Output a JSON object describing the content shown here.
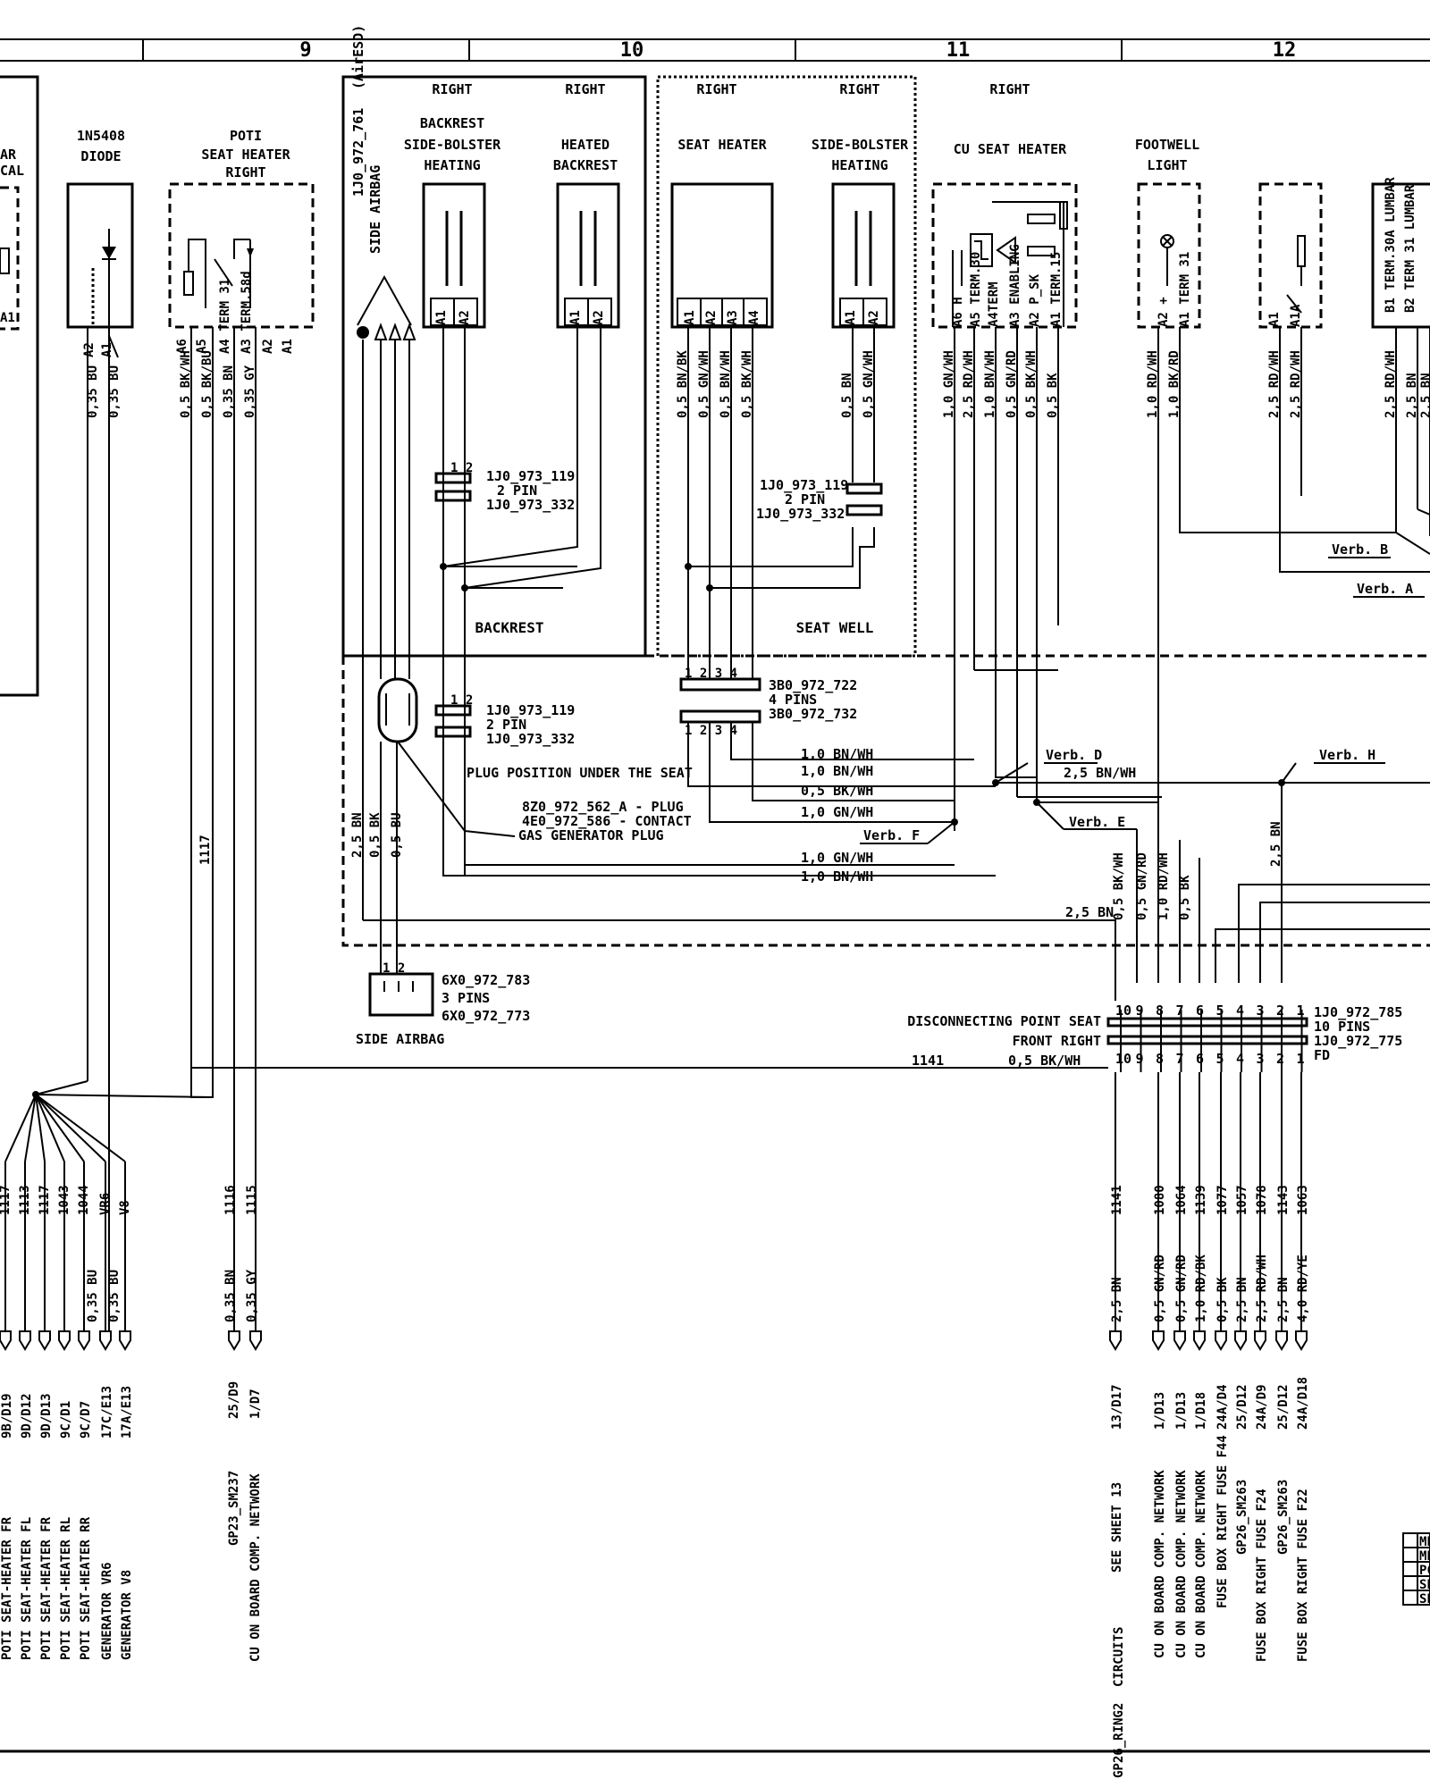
{
  "columns": [
    "9",
    "10",
    "11",
    "12"
  ],
  "components": {
    "partial_left": [
      "AR",
      "CAL",
      "A1"
    ],
    "diode": {
      "name": "1N5408",
      "type": "DIODE",
      "pins": [
        "A2",
        "A1"
      ]
    },
    "poti": {
      "title1": "POTI",
      "title2": "SEAT HEATER",
      "title3": "RIGHT",
      "pins": [
        "A6",
        "A5",
        "A4 TERM 31",
        "A3 TERM.58d",
        "A2",
        "A1"
      ]
    },
    "side_airbag": {
      "part": "1J0_972_761",
      "sub": "(AirESD)",
      "label": "SIDE AIRBAG"
    },
    "backrest_bolster": {
      "side": "RIGHT",
      "title1": "BACKREST",
      "title2": "SIDE-BOLSTER",
      "title3": "HEATING",
      "pins": [
        "A1",
        "A2"
      ]
    },
    "heated_backrest": {
      "side": "RIGHT",
      "title1": "HEATED",
      "title2": "BACKREST",
      "pins": [
        "A1",
        "A2"
      ]
    },
    "seat_heater": {
      "side": "RIGHT",
      "title": "SEAT HEATER",
      "pins": [
        "A1",
        "A2",
        "A3",
        "A4"
      ]
    },
    "seat_bolster": {
      "side": "RIGHT",
      "title1": "SIDE-BOLSTER",
      "title2": "HEATING",
      "pins": [
        "A1",
        "A2"
      ]
    },
    "cu_seat_heater": {
      "side": "RIGHT",
      "title": "CU SEAT HEATER",
      "pins": [
        "A6 H",
        "A5 TERM.30",
        "A4TERM",
        "A3 ENABLING",
        "A2 P_SK",
        "A1 TERM.15"
      ]
    },
    "footwell": {
      "title1": "FOOTWELL",
      "title2": "LIGHT",
      "pins": [
        "A2 +",
        "A1 TERM 31"
      ]
    },
    "switch_box": {
      "pins": [
        "A1",
        "A1A"
      ]
    },
    "lumbar": {
      "pins": [
        "B1 TERM.30A LUMBAR",
        "B2 TERM 31 LUMBAR"
      ]
    }
  },
  "regions": {
    "backrest": "BACKREST",
    "seat_well": "SEAT WELL"
  },
  "connectors": {
    "c1": {
      "a": "1J0_973_119",
      "b": "2 PIN",
      "c": "1J0_973_332"
    },
    "c2": {
      "a": "1J0_973_119",
      "b": "2 PIN",
      "c": "1J0_973_332"
    },
    "c3": {
      "a": "1J0_973_119",
      "b": "2 PIN",
      "c": "1J0_973_332"
    },
    "c4": {
      "a": "3B0_972_722",
      "b": "4 PINS",
      "c": "3B0_972_732"
    },
    "airbag_plug": {
      "a": "8Z0_972_562_A - PLUG",
      "b": "4E0_972_586 - CONTACT",
      "c": "GAS GENERATOR PLUG"
    },
    "side_airbag_conn": {
      "a": "6X0_972_783",
      "b": "3 PINS",
      "c": "6X0_972_773",
      "label": "SIDE AIRBAG"
    },
    "disconnect": {
      "label1": "DISCONNECTING POINT SEAT",
      "label2": "FRONT RIGHT",
      "a": "1J0_972_785",
      "b": "10 PINS",
      "c": "1J0_972_775",
      "d": "FD",
      "pins": [
        "10",
        "9",
        "8",
        "7",
        "6",
        "5",
        "4",
        "3",
        "2",
        "1"
      ]
    }
  },
  "plug_position": "PLUG POSITION UNDER THE SEAT",
  "verb": {
    "A": "Verb. A",
    "B": "Verb. B",
    "D": "Verb. D",
    "E": "Verb. E",
    "F": "Verb. F",
    "H": "Verb. H"
  },
  "wire_labels": {
    "diode_1": "0,35 BU",
    "diode_2": "0,35 BU",
    "poti_a6": "0,5 BK/WH",
    "poti_a5": "0,5 BK/BU",
    "poti_a4": "0,35 BN",
    "poti_a3": "0,35 GY",
    "sh1": "0,5 BN/BK",
    "sh2": "0,5 GN/WH",
    "sh3": "0,5 BN/WH",
    "sh4": "0,5 BK/WH",
    "sb1": "0,5 BN",
    "sb2": "0,5 GN/WH",
    "cu1": "1,0 GN/WH",
    "cu2": "2,5 RD/WH",
    "cu3": "1,0 BN/WH",
    "cu4": "0,5 GN/RD",
    "cu5": "0,5 BK/WH",
    "cu6": "0,5 BK",
    "fw1": "1,0 RD/WH",
    "fw2": "1,0 BK/RD",
    "sw1": "2,5 RD/WH",
    "sw2": "2,5 RD/WH",
    "lb1": "2,5 RD/WH",
    "lb2": "2,5 BN",
    "lb3": "2,5 BN",
    "ab1": "2,5 BN",
    "ab2": "0,5 BK",
    "ab3": "0,5 BU",
    "h1": "1,0 BN/WH",
    "h2": "1,0 BN/WH",
    "h3": "0,5 BK/WH",
    "h4": "1,0 GN/WH",
    "h5": "1,0 GN/WH",
    "h6": "1,0 BN/WH",
    "h_d": "2,5 BN/WH",
    "h_bn": "2,5 BN",
    "v1": "0,5 BK/WH",
    "v2": "0,5 GN/RD",
    "v3": "1,0 RD/WH",
    "v4": "0,5 BK",
    "v5": "2,5 BN",
    "w1117": "1117",
    "w1141": "1141",
    "w1141b": "0,5 BK/WH"
  },
  "bottom_left": {
    "numbers": [
      "1117",
      "1113",
      "1117",
      "1043",
      "1044",
      "VR6",
      "V8"
    ],
    "wires": [
      "0,35 BU",
      "0,35 BU"
    ],
    "refs": [
      "9B/D19",
      "9D/D12",
      "9D/D13",
      "9C/D1",
      "9C/D7",
      "17C/E13",
      "17A/E13"
    ],
    "dests": [
      "POTI SEAT-HEATER FR",
      "POTI SEAT-HEATER FL",
      "POTI SEAT-HEATER FR",
      "POTI SEAT-HEATER RL",
      "POTI SEAT-HEATER RR",
      "GENERATOR VR6",
      "GENERATOR V8"
    ]
  },
  "bottom_mid": {
    "numbers": [
      "1116",
      "1115"
    ],
    "wires": [
      "0,35 BN",
      "0,35 GY"
    ],
    "refs": [
      "25/D9",
      "1/D7"
    ],
    "dests": [
      "GP23_SM237",
      "CU ON BOARD COMP. NETWORK"
    ]
  },
  "bottom_right": {
    "numbers": [
      "1141",
      "1080",
      "1064",
      "1139",
      "1077",
      "1057",
      "1078",
      "1143",
      "1063"
    ],
    "wires": [
      "2,5 BN",
      "0,5 GN/RD",
      "0,5 GN/RD",
      "1,0 RD/BK",
      "0,5 BK",
      "2,5 BN",
      "2,5 RD/WH",
      "2,5 BN",
      "4,0 RD/YE"
    ],
    "refs": [
      "13/D17",
      "1/D13",
      "1/D13",
      "1/D18",
      "24A/D4",
      "25/D12",
      "24A/D9",
      "25/D12",
      "24A/D18"
    ],
    "dests": [
      "SEE SHEET 13",
      "CU ON BOARD COMP. NETWORK",
      "CU ON BOARD COMP. NETWORK",
      "CU ON BOARD COMP. NETWORK",
      "FUSE BOX RIGHT FUSE F44",
      "GP26_SM263",
      "FUSE BOX RIGHT FUSE F24",
      "GP26_SM263",
      "FUSE BOX RIGHT FUSE F22"
    ],
    "ring": "GP26_RING2",
    "circuits": "CIRCUITS"
  },
  "title_block": [
    "ME",
    "ME",
    "PC",
    "SE",
    "SE"
  ]
}
